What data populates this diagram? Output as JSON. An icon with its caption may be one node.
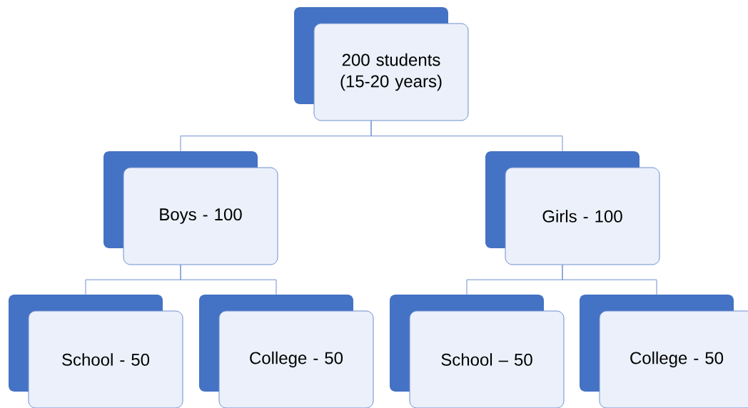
{
  "diagram": {
    "nodes": [
      {
        "text": [
          "200 students (15-20 years)"
        ]
      },
      {
        "text": [
          "Boys - 100"
        ]
      },
      {
        "text": [
          "Girls - 100"
        ]
      },
      {
        "text": [
          "School - 50"
        ]
      },
      {
        "text": [
          "College - 50"
        ]
      },
      {
        "text": [
          "School – 50"
        ]
      },
      {
        "text": [
          "College - 50"
        ]
      }
    ],
    "edges": [
      {
        "from": 0,
        "to": 1,
        "arrow": "none"
      },
      {
        "from": 0,
        "to": 2,
        "arrow": "none"
      },
      {
        "from": 1,
        "to": 3,
        "arrow": "none"
      },
      {
        "from": 1,
        "to": 4,
        "arrow": "none"
      },
      {
        "from": 2,
        "to": 5,
        "arrow": "none"
      },
      {
        "from": 2,
        "to": 6,
        "arrow": "none"
      }
    ]
  }
}
